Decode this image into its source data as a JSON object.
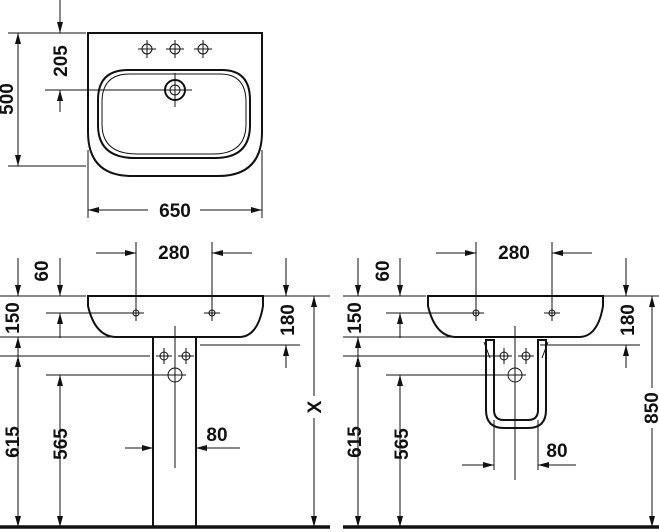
{
  "top_view": {
    "dim_depth": "500",
    "dim_tap_offset": "205",
    "dim_width": "650"
  },
  "front_pedestal": {
    "dim_tap_spacing": "280",
    "dim_tap_from_top": "60",
    "dim_rim_height": "150",
    "dim_basin_height": "180",
    "dim_outlet_height": "615",
    "dim_waste_height": "565",
    "dim_pedestal_width": "80",
    "dim_install_height": "X"
  },
  "front_semi_pedestal": {
    "dim_tap_spacing": "280",
    "dim_tap_from_top": "60",
    "dim_rim_height": "150",
    "dim_basin_height": "180",
    "dim_outlet_height": "615",
    "dim_waste_height": "565",
    "dim_pedestal_width": "80",
    "dim_install_height": "850"
  }
}
